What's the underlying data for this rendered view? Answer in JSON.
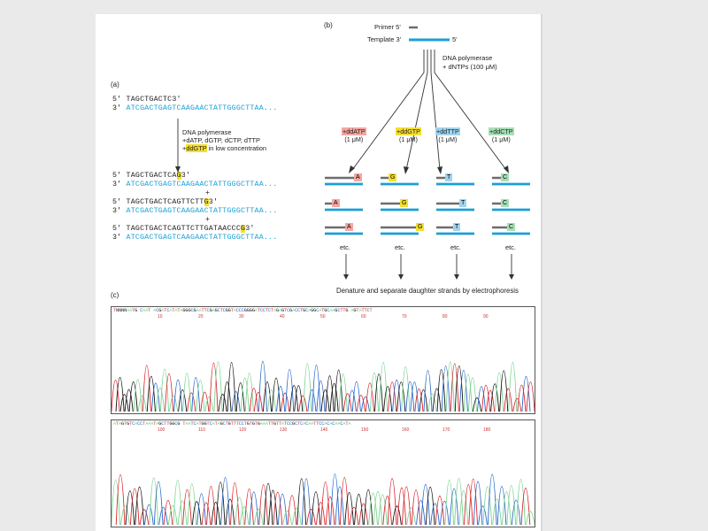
{
  "labels": {
    "a": "(a)",
    "b": "(b)",
    "c": "(c)"
  },
  "panel_b_top": {
    "primer_label": "Primer 5'",
    "template_label": "Template 3'",
    "template_end": "5'",
    "enzyme": "DNA polymerase",
    "dntps": "+ dNTPs (100 μM)"
  },
  "panel_a": {
    "top_strand": "5' TAGCTGACTC3'",
    "bottom_prefix": "3' ",
    "bottom_strand": "ATCGACTGAGTCAAGAACTATTGGGCTTAA...",
    "note_line1": "DNA polymerase",
    "note_line2": "+dATP, dGTP, dCTP, dTTP",
    "note_line3_prefix": "+",
    "note_line3_hl": "ddGTP",
    "note_line3_suffix": " in low concentration",
    "products": [
      {
        "prefix": "5' TAGCTGACTCA",
        "hl": "G",
        "suffix": "3'"
      },
      {
        "prefix": "5' TAGCTGACTCAGTTCTT",
        "hl": "G",
        "suffix": "3'"
      },
      {
        "prefix": "5' TAGCTGACTCAGTTCTTGATAACCC",
        "hl": "G",
        "suffix": "3'"
      }
    ],
    "plus": "+"
  },
  "terminators": [
    {
      "name": "+ddATP",
      "conc": "(1 μM)",
      "base": "A",
      "color": "#f4a7a1"
    },
    {
      "name": "+ddGTP",
      "conc": "(1 μM)",
      "base": "G",
      "color": "#f6df2e"
    },
    {
      "name": "+ddTTP",
      "conc": "(1 μM)",
      "base": "T",
      "color": "#9fd4ee"
    },
    {
      "name": "+ddCTP",
      "conc": "(1 μM)",
      "base": "C",
      "color": "#a7dfb6"
    }
  ],
  "etc": "etc.",
  "denature_text": "Denature and separate daughter strands by electrophoresis",
  "trace1": {
    "sequence": "TNNNNAATG CAAT ACGATCATATAGGGCGAATTCGAGCTCGGTACCCGGGGATCCTCTAGAGTCGACCTGCAGGCATGCAAGCTTG AGTATTCT",
    "numbers": [
      "10",
      "20",
      "30",
      "40",
      "50",
      "60",
      "70",
      "80",
      "90"
    ]
  },
  "trace2": {
    "sequence": "ATAGTGTCACCTAAATAGCTTGGCG TAATCATGGTCATAGCTGTTTCCTGTGTGAAATTGTTATCCGCTCACAATTCCACACAACATA",
    "numbers": [
      "100",
      "110",
      "120",
      "130",
      "140",
      "150",
      "160",
      "170",
      "180"
    ]
  },
  "colors": {
    "template": "#1a9fd6",
    "strand_gray": "#6d6d6d",
    "trace_black": "#111111",
    "trace_red": "#d8222a",
    "trace_blue": "#2565c8",
    "trace_green": "#7bd28f"
  }
}
